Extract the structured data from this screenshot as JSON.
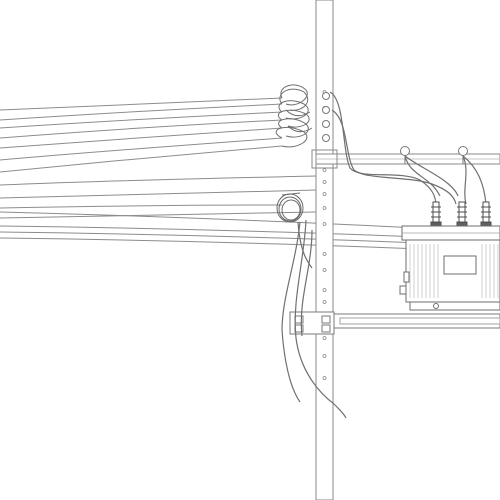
{
  "drawing": {
    "type": "line-drawing",
    "subject": "utility-pole-with-transformer",
    "colors": {
      "background": "#ffffff",
      "line": "#8a8a8a",
      "line_dark": "#5e5e5e",
      "cable": "#777777",
      "fill_light": "#f3f3f3"
    },
    "components": {
      "pole": "utility-pole",
      "crossarm": "upper-crossarm",
      "transformer": "pole-mounted-transformer",
      "bracket": "mounting-bracket",
      "cable_coil": "cable-coil",
      "bushings": 3,
      "crossarm_insulators": 2,
      "pole_attachment_insulators": 4,
      "pole_bolt_holes": 14
    }
  }
}
